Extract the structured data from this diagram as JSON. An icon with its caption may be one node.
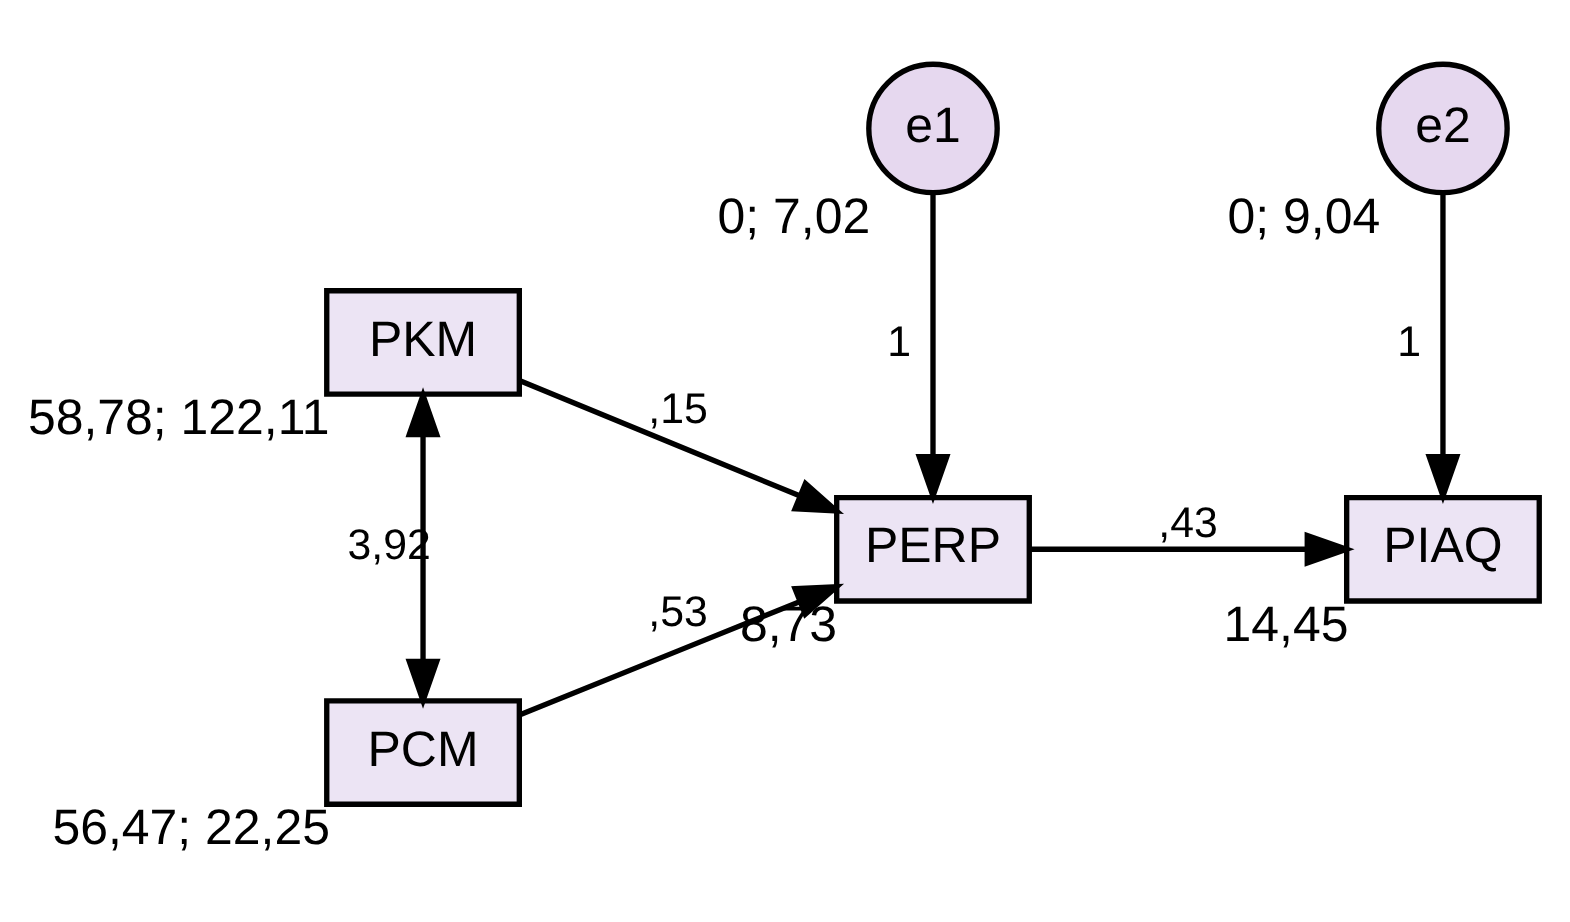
{
  "diagram": {
    "nodes": [
      {
        "text": [
          "PKM"
        ],
        "beside": [
          "58,78; 122,11"
        ]
      },
      {
        "text": [
          "PCM"
        ],
        "beside": [
          "56,47; 22,25"
        ]
      },
      {
        "text": [
          "e1"
        ],
        "beside": [
          "0; 7,02"
        ]
      },
      {
        "text": [
          "PERP"
        ],
        "beside": [
          "8,73"
        ]
      },
      {
        "text": [
          "e2"
        ],
        "beside": [
          "0; 9,04"
        ]
      },
      {
        "text": [
          "PIAQ"
        ],
        "beside": [
          "14,45"
        ]
      }
    ],
    "edges": [
      {
        "from": 0,
        "to": 1,
        "arrow": "both",
        "label": "3,92"
      },
      {
        "from": 0,
        "to": 3,
        "arrow": "to",
        "label": ",15"
      },
      {
        "from": 1,
        "to": 3,
        "arrow": "to",
        "label": ",53"
      },
      {
        "from": 2,
        "to": 3,
        "arrow": "to",
        "label": "1"
      },
      {
        "from": 3,
        "to": 5,
        "arrow": "to",
        "label": ",43"
      },
      {
        "from": 4,
        "to": 5,
        "arrow": "to",
        "label": "1"
      }
    ]
  }
}
